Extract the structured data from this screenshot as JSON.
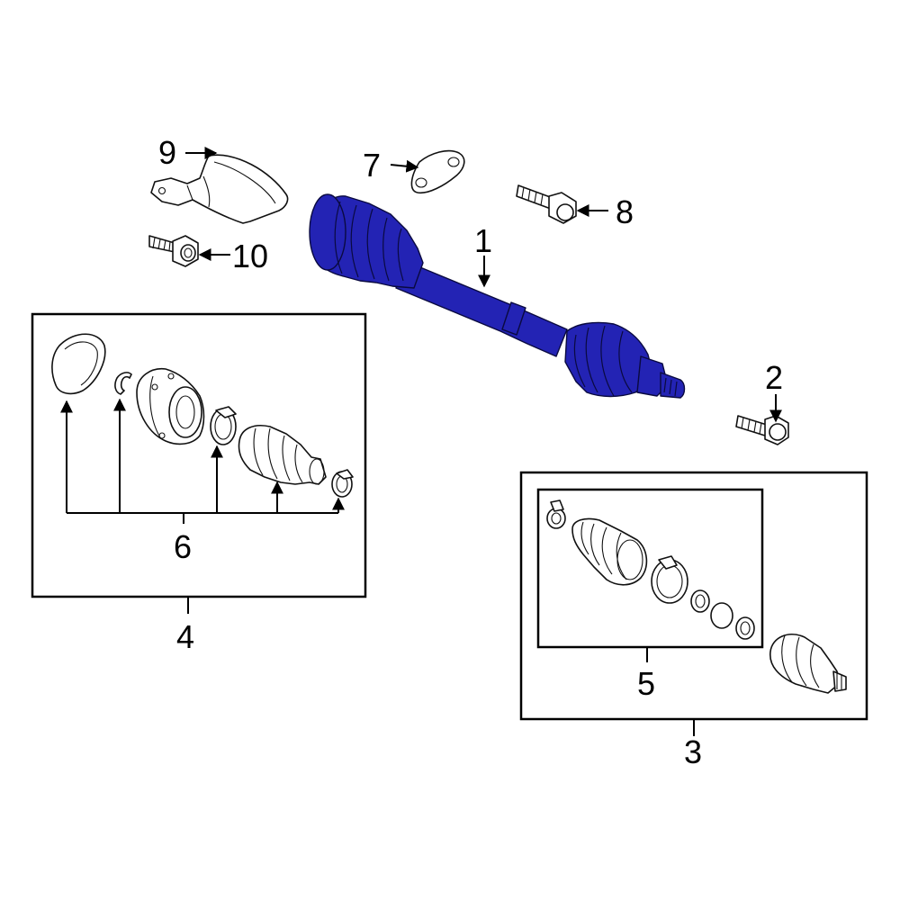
{
  "diagram": {
    "highlight_color": "#2323b4",
    "line_color": "#000000",
    "background": "#ffffff",
    "callouts": {
      "axle_assembly": "1",
      "bolt": "2",
      "outer_joint_kit": "3",
      "inner_joint_kit": "4",
      "outer_boot_kit": "5",
      "inner_boot_kit": "6",
      "plate": "7",
      "bolt_upper": "8",
      "heat_shield": "9",
      "shield_bolt": "10"
    }
  }
}
